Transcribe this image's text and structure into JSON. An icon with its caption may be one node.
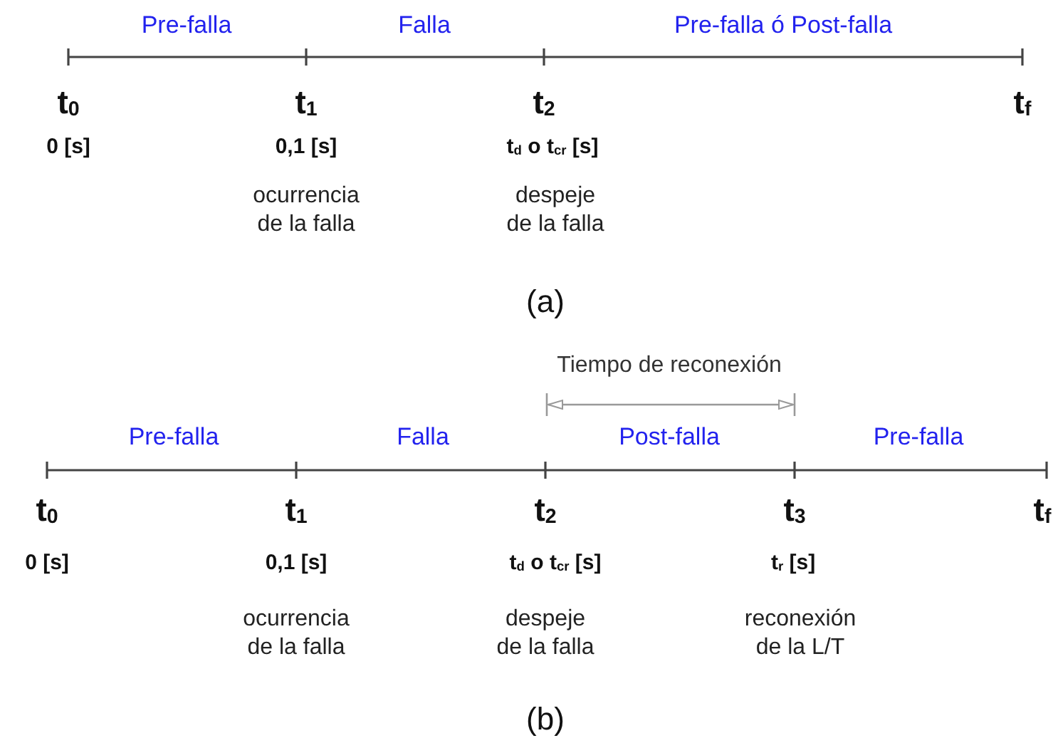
{
  "diagram": {
    "labels": [
      "Pre-falla",
      "Falla",
      "Pre-falla ó Post-falla",
      "t$_{0}$",
      "t$_{1}$",
      "t$_{2}$",
      "t$_{f}$",
      "0 [s]",
      "0,1 [s]",
      "t$_{d}$ o t$_{cr}$ [s]",
      "ocurrencia de la falla",
      "despeje de la falla",
      "(a)",
      "Tiempo de reconexión",
      "Pre-falla",
      "Falla",
      "Post-falla",
      "Pre-falla",
      "t$_{0}$",
      "t$_{1}$",
      "t$_{2}$",
      "t$_{3}$",
      "t$_{f}$",
      "0 [s]",
      "0,1 [s]",
      "t$_{d}$ o t$_{cr}$ [s]",
      "t$_{r}$ [s]",
      "ocurrencia de la falla",
      "despeje de la falla",
      "reconexión de la L/T",
      "(b)"
    ]
  }
}
